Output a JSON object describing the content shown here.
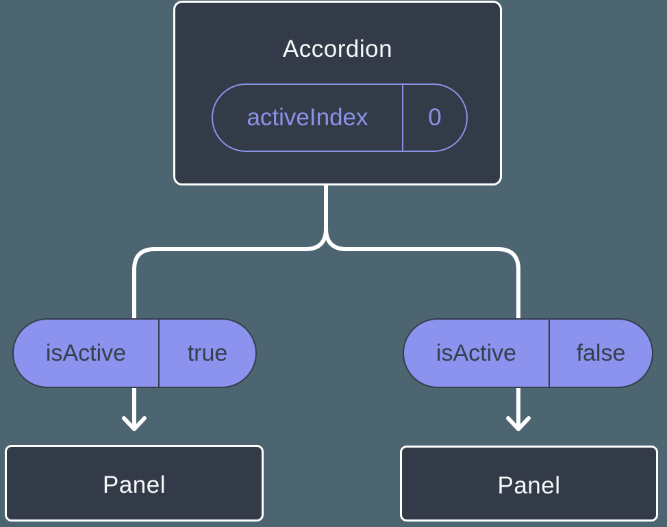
{
  "diagram": {
    "kind": "react-component-tree",
    "root_node": {
      "title": "Accordion",
      "state_pill": {
        "name": "activeIndex",
        "value": "0"
      }
    },
    "left_branch": {
      "prop_pill": {
        "name": "isActive",
        "value": "true"
      },
      "node": {
        "title": "Panel"
      }
    },
    "right_branch": {
      "prop_pill": {
        "name": "isActive",
        "value": "false"
      },
      "node": {
        "title": "Panel"
      }
    }
  },
  "colors": {
    "background": "#4d6570",
    "node_fill": "#343b48",
    "node_border": "#ffffff",
    "node_text": "#f6f7f9",
    "state_pill_outline": "#8a92e8",
    "prop_pill_fill": "#8b93ee",
    "prop_pill_text": "#363e4c",
    "connector_line": "#ffffff"
  }
}
